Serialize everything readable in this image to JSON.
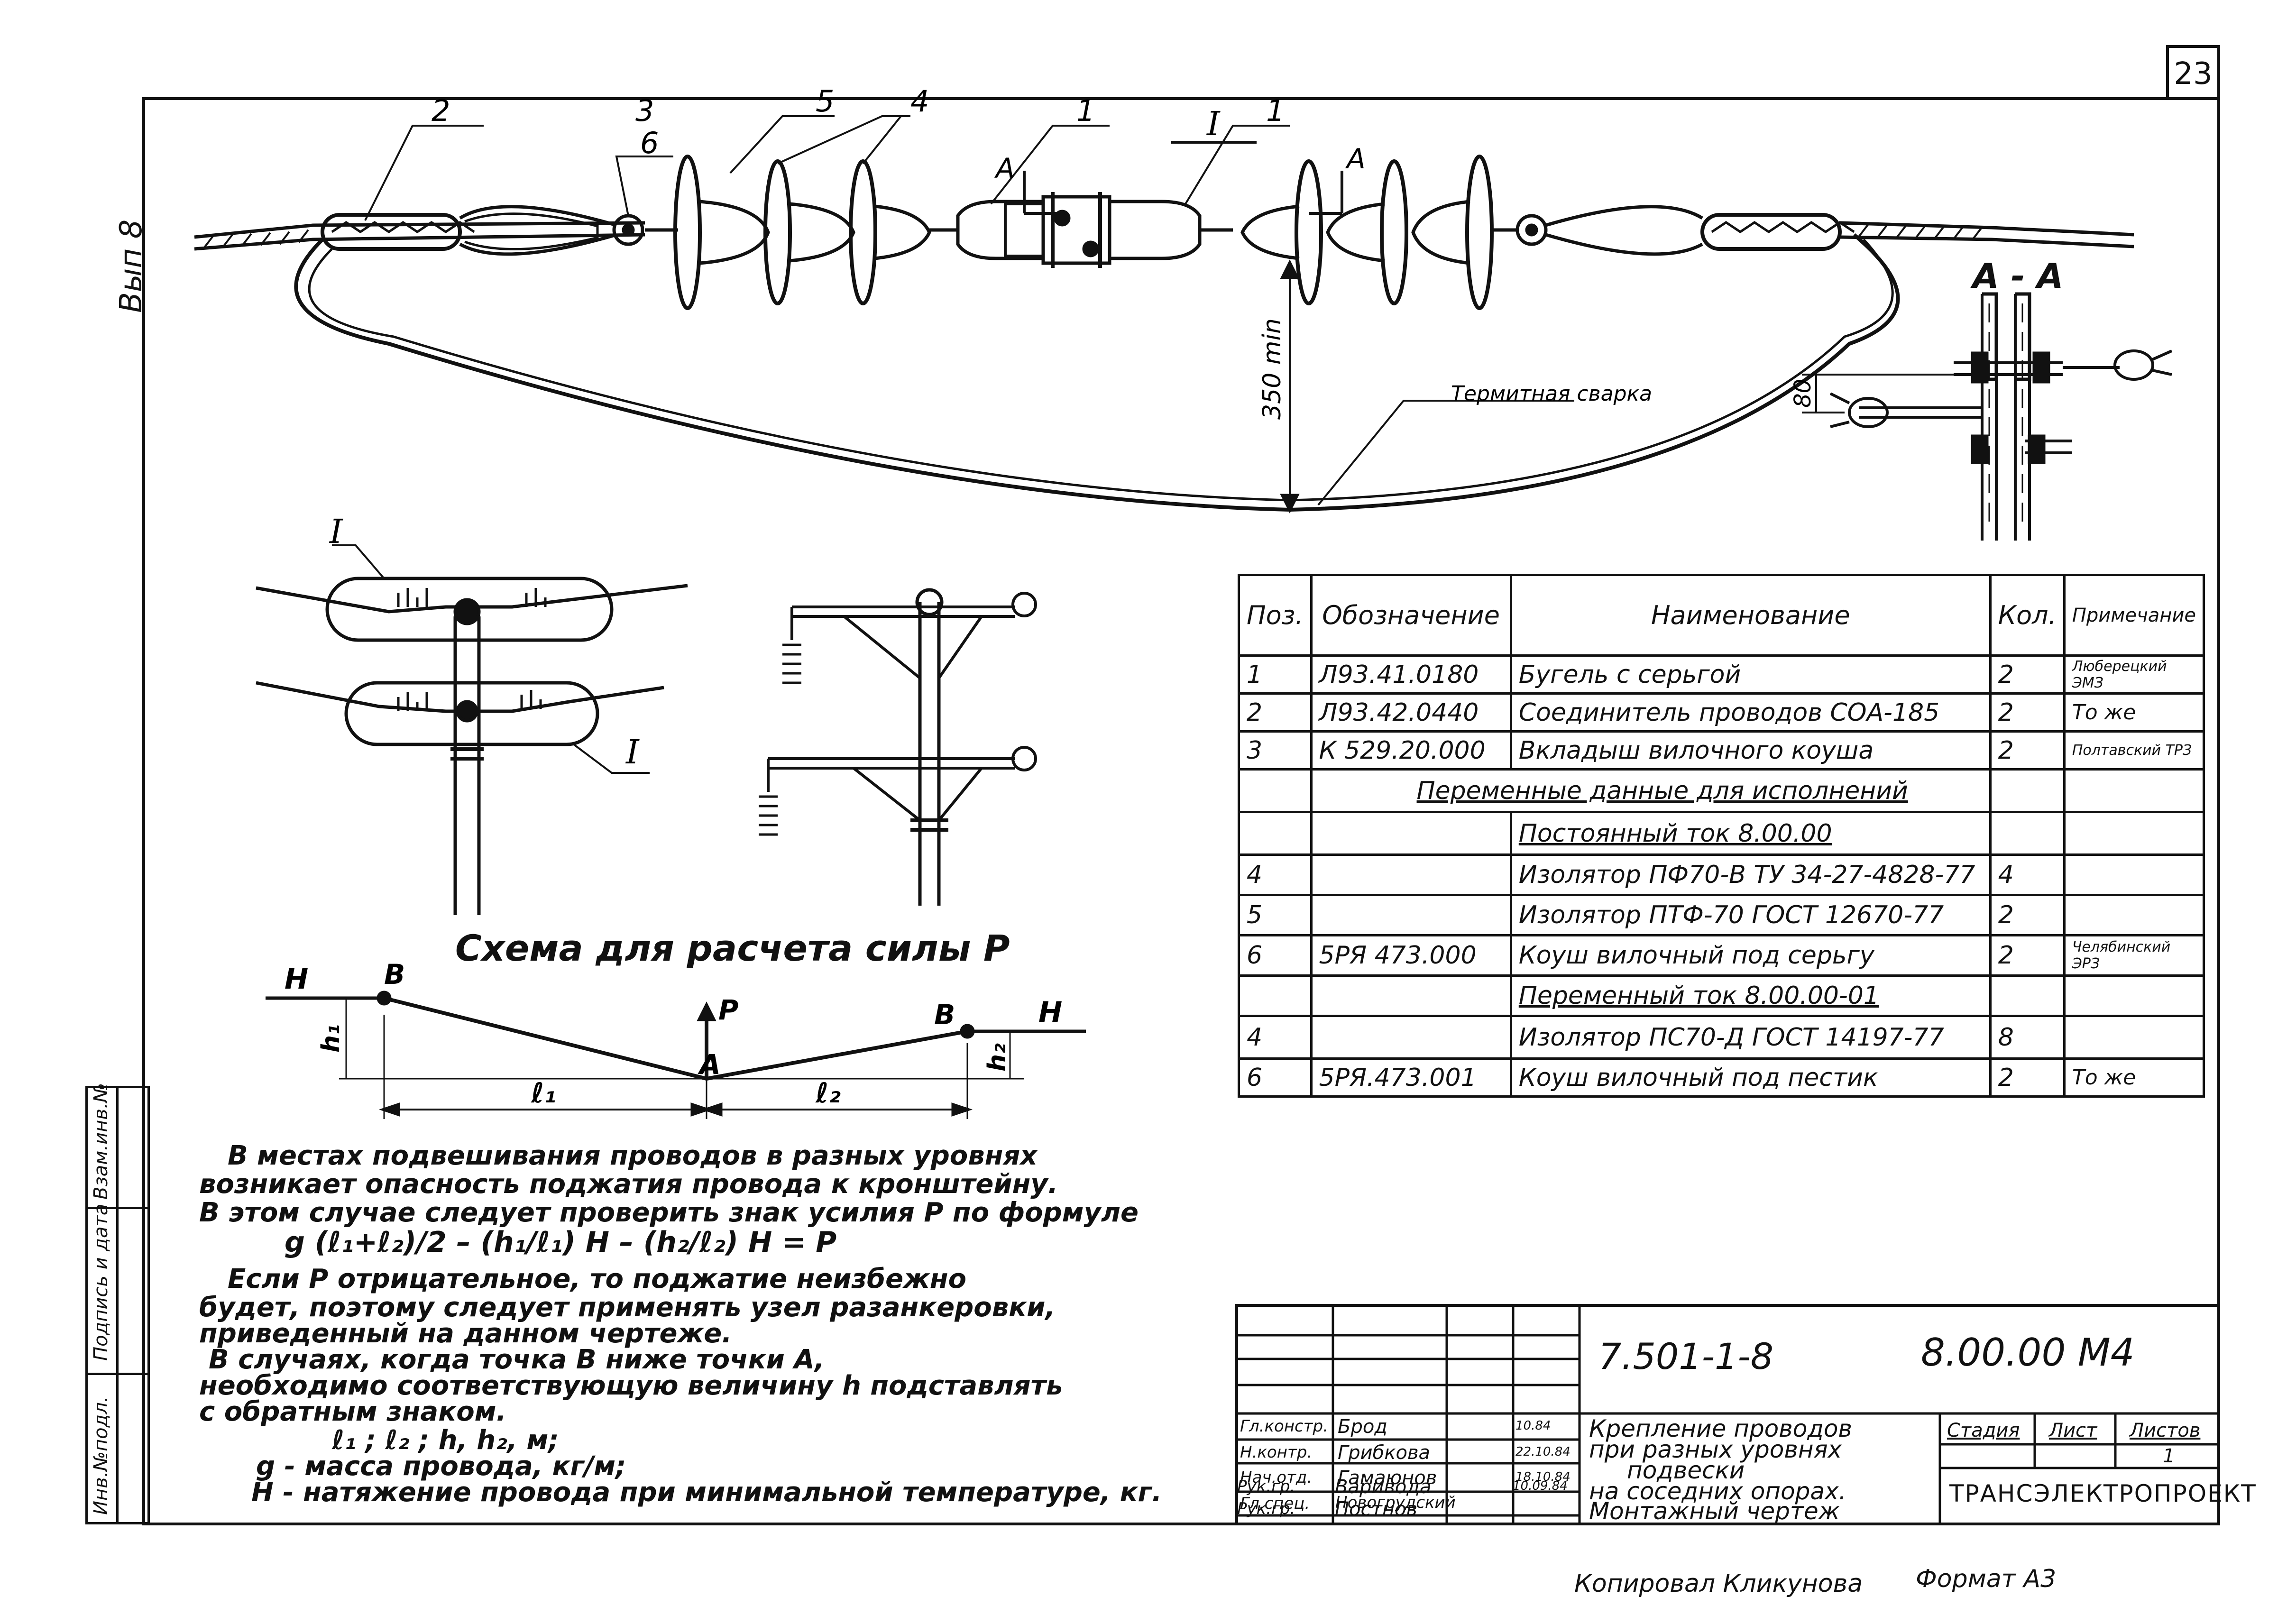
{
  "sheet": {
    "number": "23",
    "side_label": "Вып 8"
  },
  "callouts": {
    "c1": "1",
    "c2": "2",
    "c3": "3",
    "c4": "4",
    "c5": "5",
    "c6": "6",
    "node": "I",
    "section": "А",
    "section_view": "А - А"
  },
  "main_view": {
    "dim_min": "350 min",
    "weld_label": "Термитная сварка"
  },
  "section_view": {
    "dim": "80"
  },
  "calc": {
    "title": "Схема для расчета силы Р",
    "labels": {
      "H_left": "H",
      "H_right": "H",
      "B_left": "B",
      "B_right": "B",
      "P": "P",
      "A": "A",
      "h1": "h₁",
      "h2": "h₂",
      "l1": "ℓ₁",
      "l2": "ℓ₂"
    }
  },
  "notes": {
    "line1": "В местах подвешивания проводов в разных уровнях",
    "line2": "возникает опасность поджатия провода к кронштейну.",
    "line3": "В этом случае следует проверить знак усилия Р по формуле",
    "formula": "g (ℓ₁+ℓ₂)/2 – (h₁/ℓ₁) H – (h₂/ℓ₂) H = P",
    "line4": "Если Р отрицательное, то поджатие неизбежно",
    "line5": "будет, поэтому следует применять узел разанкеровки,",
    "line6": "приведенный на данном чертеже.",
    "line7": "В случаях, когда точка В ниже точки А,",
    "line8": "необходимо соответствующую величину h подставлять",
    "line9": "с обратным знаком.",
    "line10": "ℓ₁ ; ℓ₂ ; h, h₂, м;",
    "line11": "g - масса провода, кг/м;",
    "line12": "H - натяжение провода при минимальной температуре, кг."
  },
  "spec": {
    "headers": {
      "pos": "Поз.",
      "designation": "Обозначение",
      "name": "Наименование",
      "qty": "Кол.",
      "note": "Примечание"
    },
    "rows": [
      {
        "pos": "1",
        "designation": "Л93.41.0180",
        "name": "Бугель с серьгой",
        "qty": "2",
        "note": "Люберецкий ЭМЗ"
      },
      {
        "pos": "2",
        "designation": "Л93.42.0440",
        "name": "Соединитель проводов СОА-185",
        "qty": "2",
        "note": "То же"
      },
      {
        "pos": "3",
        "designation": "К 529.20.000",
        "name": "Вкладыш вилочного коуша",
        "qty": "2",
        "note": "Полтавский ТРЗ"
      }
    ],
    "var_header": "Переменные данные для исполнений",
    "dc_header": "Постоянный ток 8.00.00",
    "dc_rows": [
      {
        "pos": "4",
        "designation": "",
        "name": "Изолятор ПФ70-В ТУ 34-27-4828-77",
        "qty": "4",
        "note": ""
      },
      {
        "pos": "5",
        "designation": "",
        "name": "Изолятор ПТФ-70 ГОСТ 12670-77",
        "qty": "2",
        "note": ""
      },
      {
        "pos": "6",
        "designation": "5РЯ 473.000",
        "name": "Коуш вилочный под серьгу",
        "qty": "2",
        "note": "Челябинский ЭРЗ"
      }
    ],
    "ac_header": "Переменный ток 8.00.00-01",
    "ac_rows": [
      {
        "pos": "4",
        "designation": "",
        "name": "Изолятор ПС70-Д ГОСТ 14197-77",
        "qty": "8",
        "note": ""
      },
      {
        "pos": "6",
        "designation": "5РЯ.473.001",
        "name": "Коуш вилочный под пестик",
        "qty": "2",
        "note": "То же"
      }
    ]
  },
  "titleblock": {
    "doc_code": "7.501-1-8",
    "drawing_code": "8.00.00 М4",
    "title1": "Крепление проводов",
    "title2": "при разных уровнях",
    "title3": "подвески",
    "title4": "на соседних опорах.",
    "title5": "Монтажный чертеж",
    "stage": "Стадия",
    "sheet": "Лист",
    "sheets": "Листов",
    "sheets_value": "1",
    "org": "ТРАНСЭЛЕКТРОПРОЕКТ",
    "signers": [
      {
        "role": "Гл.констр.",
        "name": "Брод",
        "date": "10.84"
      },
      {
        "role": "Н.контр.",
        "name": "Грибкова",
        "date": "22.10.84"
      },
      {
        "role": "Нач.отд.",
        "name": "Гамаюнов",
        "date": "18.10.84"
      },
      {
        "role": "Гл.спец.",
        "name": "Новогрудский",
        "date": ""
      },
      {
        "role": "Рук.гр.",
        "name": "Варивода",
        "date": "10.09.84"
      },
      {
        "role": "Рук.гр.",
        "name": "Постнов",
        "date": ""
      }
    ]
  },
  "margin": {
    "inv_podl": "Инв.№подл.",
    "podp_data": "Подпись и дата",
    "vzam_inv": "Взам.инв.№"
  },
  "footer": {
    "copied": "Копировал Кликунова",
    "format": "Формат А3"
  }
}
